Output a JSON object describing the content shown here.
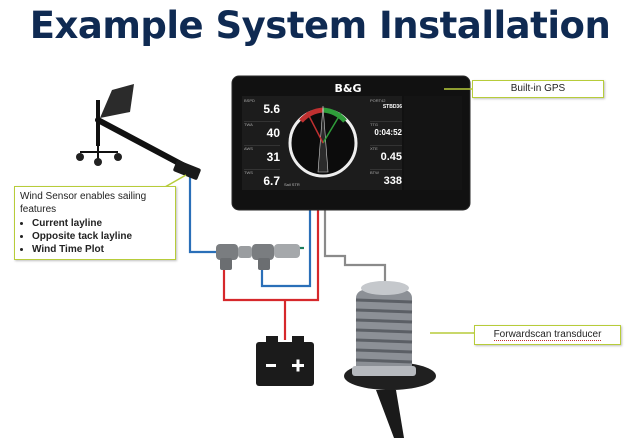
{
  "title": "Example System Installation",
  "display": {
    "brand": "B&G",
    "panels_left": [
      {
        "label": "BSPD",
        "value": "5.6"
      },
      {
        "label": "TWA",
        "value": "40"
      },
      {
        "label": "AWS",
        "value": "31"
      },
      {
        "label": "TWS",
        "value": "6.7"
      }
    ],
    "panels_right": [
      {
        "label": "PORT42",
        "value": "STBD36"
      },
      {
        "label": "TTG",
        "value": "0:04:52"
      },
      {
        "label": "XTE",
        "value": "0.45"
      },
      {
        "label": "BTW",
        "value": "338"
      }
    ],
    "footer": "Sail STR"
  },
  "callouts": {
    "gps": "Built-in GPS",
    "wind_title": "Wind Sensor enables sailing features",
    "wind_items": [
      "Current layline",
      "Opposite tack layline",
      "Wind Time Plot"
    ],
    "forwardscan": "Forwardscan transducer"
  },
  "colors": {
    "title": "#0f2a52",
    "callout_border": "#b7cc3a",
    "cable_blue": "#2a6fb8",
    "cable_red": "#d6282b",
    "cable_gray": "#8a8a8a"
  }
}
